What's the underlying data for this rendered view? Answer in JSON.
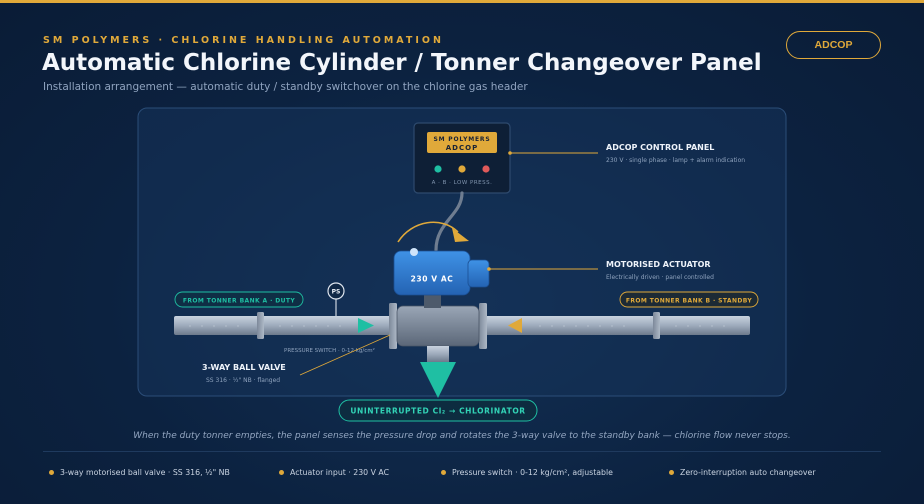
{
  "header": {
    "kicker": "SM POLYMERS · CHLORINE HANDLING AUTOMATION",
    "title": "Automatic Chlorine Cylinder / Tonner Changeover Panel",
    "subtitle": "Installation arrangement — automatic duty / standby switchover on the chlorine gas header",
    "brand_button": "ADCOP"
  },
  "panel": {
    "brand": "SM POLYMERS",
    "model": "ADCOP",
    "indicators": "A · B · LOW PRESS."
  },
  "callouts": {
    "control": {
      "title": "ADCOP CONTROL PANEL",
      "sub": "230 V · single phase · lamp + alarm indication"
    },
    "actuator": {
      "title": "MOTORISED ACTUATOR",
      "sub": "Electrically driven · panel controlled"
    },
    "valve": {
      "title": "3-WAY BALL VALVE",
      "sub": "SS 316 · ½\" NB · flanged"
    }
  },
  "actuator_label": "230 V AC",
  "pressure_switch": {
    "tag": "PS",
    "label": "PRESSURE SWITCH · 0-12 kg/cm²"
  },
  "banks": {
    "a": "FROM TONNER BANK A · DUTY",
    "b": "FROM TONNER BANK B · STANDBY"
  },
  "outlet": "UNINTERRUPTED Cl₂ → CHLORINATOR",
  "caption": "When the duty tonner empties, the panel senses the pressure drop and rotates the 3-way valve to the standby bank — chlorine flow never stops.",
  "legend": [
    "3-way motorised ball valve · SS 316, ½\" NB",
    "Actuator input · 230 V AC",
    "Pressure switch · 0-12 kg/cm², adjustable",
    "Zero-interruption auto changeover"
  ],
  "colors": {
    "accent": "#e0a93a",
    "teal": "#1fbfa3",
    "actuator_blue": "#2f7fd6",
    "lamp_a": "#1fbfa3",
    "lamp_b": "#e0a93a",
    "lamp_low": "#e05a5a"
  }
}
